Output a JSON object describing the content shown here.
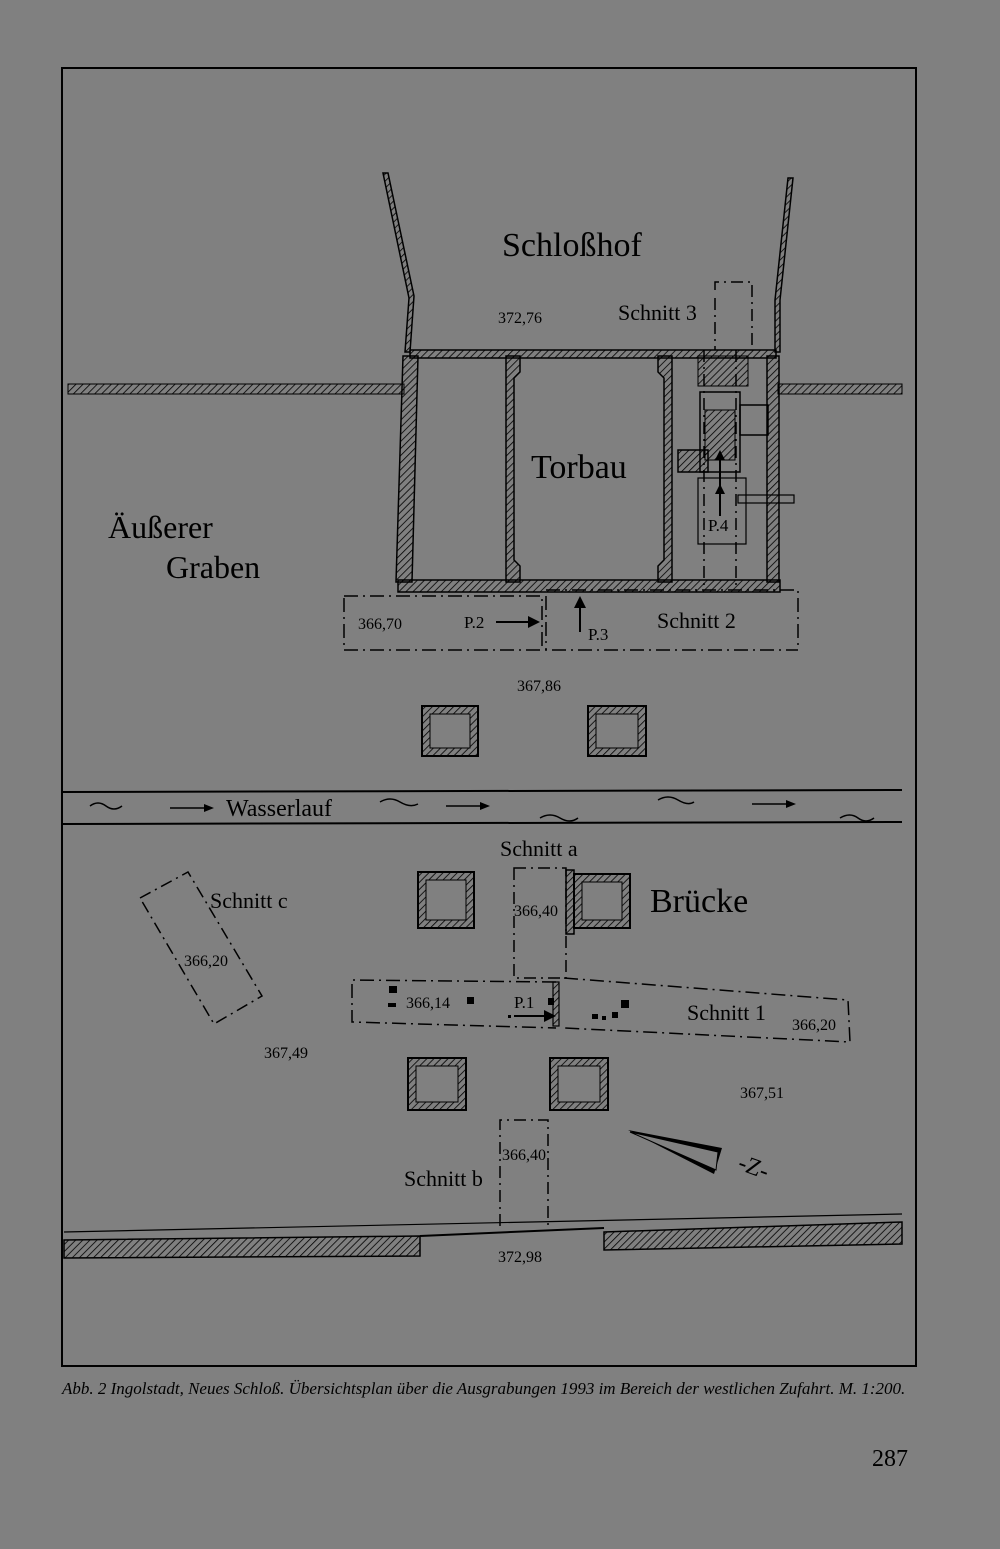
{
  "labels": {
    "schlosshof": "Schloßhof",
    "torbau": "Torbau",
    "aeusserer": "Äußerer",
    "graben": "Graben",
    "wasserlauf": "Wasserlauf",
    "bruecke": "Brücke",
    "schnitt1": "Schnitt 1",
    "schnitt2": "Schnitt 2",
    "schnitt3": "Schnitt 3",
    "schnitta": "Schnitt a",
    "schnittb": "Schnitt b",
    "schnittc": "Schnitt c",
    "p1": "P.1",
    "p2": "P.2",
    "p3": "P.3",
    "p4": "P.4",
    "north": "-Z-"
  },
  "elevations": {
    "e37276": "372,76",
    "e36670": "366,70",
    "e36786": "367,86",
    "e36640a": "366,40",
    "e36620c": "366,20",
    "e36614": "366,14",
    "e36620_1": "366,20",
    "e36749": "367,49",
    "e36751": "367,51",
    "e36640b": "366,40",
    "e37298": "372,98"
  },
  "caption": "Abb. 2 Ingolstadt, Neues Schloß. Übersichtsplan über die Ausgrabungen 1993 im Bereich der westlichen Zufahrt. M. 1:200.",
  "page_number": "287"
}
